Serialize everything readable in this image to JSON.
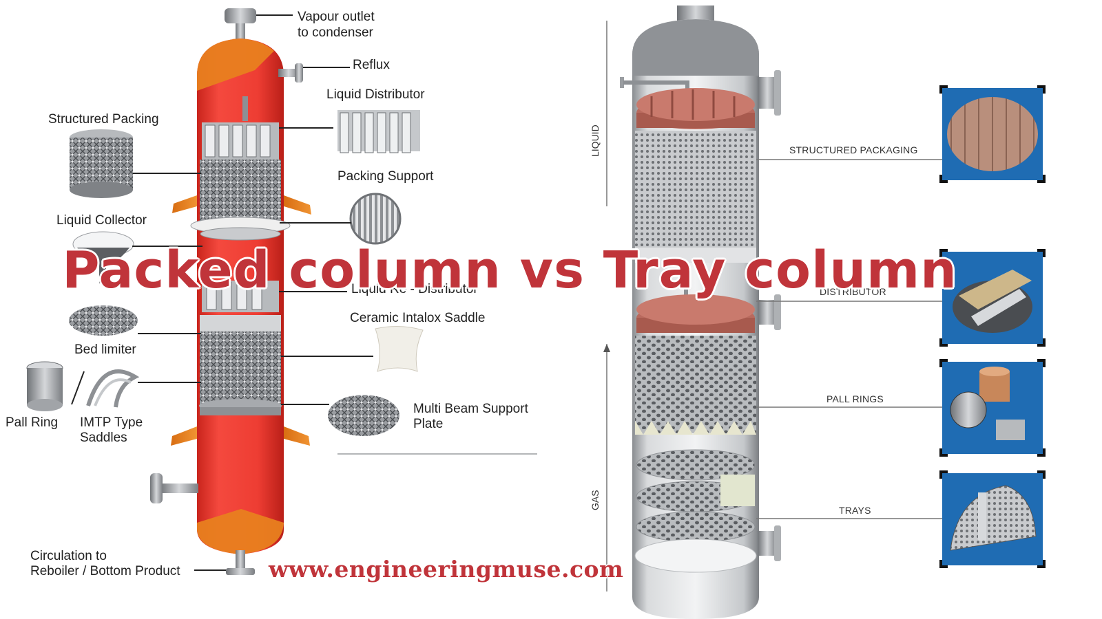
{
  "title": "Packed column vs Tray column",
  "watermark": "www.engineeringmuse.com",
  "packed_column": {
    "labels": {
      "vapour_outlet_line1": "Vapour outlet",
      "vapour_outlet_line2": "to condenser",
      "reflux": "Reflux",
      "liquid_distributor": "Liquid Distributor",
      "structured_packing": "Structured Packing",
      "packing_support": "Packing Support",
      "liquid_collector": "Liquid Collector",
      "liquid_redistributor": "Liquid Re - Distributor",
      "ceramic_intalox_saddle": "Ceramic Intalox Saddle",
      "bed_limiter": "Bed limiter",
      "pall_ring": "Pall Ring",
      "imtp_line1": "IMTP Type",
      "imtp_line2": "Saddles",
      "multi_beam_line1": "Multi Beam Support",
      "multi_beam_line2": "Plate",
      "circulation_line1": "Circulation to",
      "circulation_line2": "Reboiler / Bottom Product"
    }
  },
  "tray_column": {
    "axis": {
      "liquid": "LIQUID",
      "gas": "GAS"
    },
    "labels": {
      "structured_packaging": "STRUCTURED PACKAGING",
      "distributor": "DISTRIBUTOR",
      "pall_rings": "PALL RINGS",
      "trays": "TRAYS"
    }
  },
  "colors": {
    "title_red": "#c0343a",
    "column_red": "#ee3d33",
    "column_orange": "#e87f1f",
    "thumbnail_blue": "#1f6cb3"
  }
}
